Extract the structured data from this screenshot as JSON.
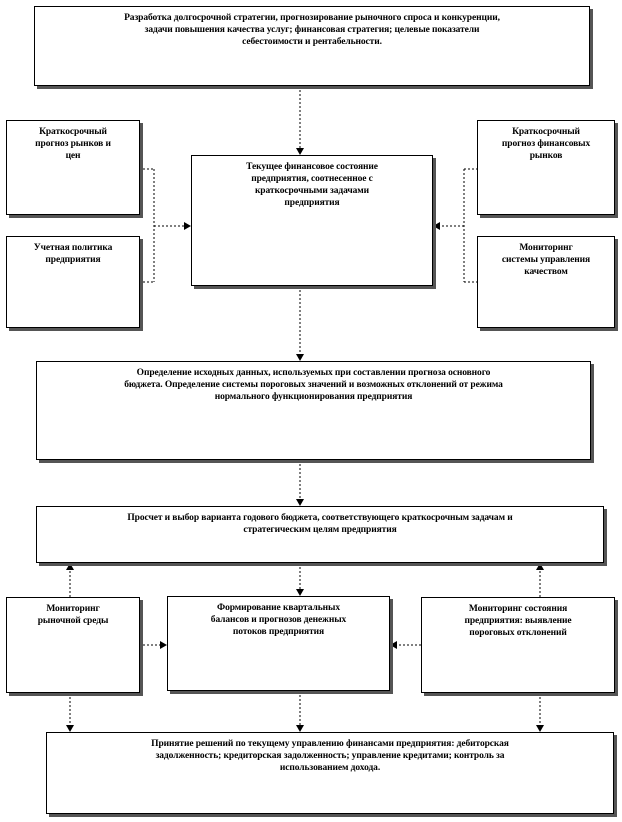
{
  "diagram": {
    "top_box": "Разработка долгосрочной стратегии, прогнозирование рыночного спроса и конкуренции,\nзадачи повышения качества услуг; финансовая стратегия; целевые показатели\nсебестоимости и рентабельности.",
    "left_upper_box": "Краткосрочный\nпрогноз рынков и\nцен",
    "left_lower_box": "Учетная политика\nпредприятия",
    "center_box": "Текущее финансовое состояние\nпредприятия, соотнесенное с\nкраткосрочными задачами\nпредприятия",
    "right_upper_box": "Краткосрочный\nпрогноз финансовых\nрынков",
    "right_lower_box": "Мониторинг\nсистемы управления\nкачеством",
    "initial_data_box": "Определение исходных данных, используемых при составлении прогноза основного\nбюджета. Определение системы пороговых значений и возможных отклонений от режима\nнормального функционирования предприятия",
    "annual_budget_box": "Просчет и выбор варианта годового бюджета, соответствующего краткосрочным задачам и\nстратегическим целям предприятия",
    "market_monitoring_box": "Мониторинг\nрыночной среды",
    "quarterly_box": "Формирование квартальных\nбалансов и прогнозов денежных\nпотоков предприятия",
    "state_monitoring_box": "Мониторинг состояния\nпредприятия: выявление\nпороговых отклонений",
    "decisions_box": "Принятие решений по текущему управлению финансами предприятия: дебиторская\nзадолженность; кредиторская задолженность; управление кредитами; контроль за\nиспользованием дохода."
  }
}
